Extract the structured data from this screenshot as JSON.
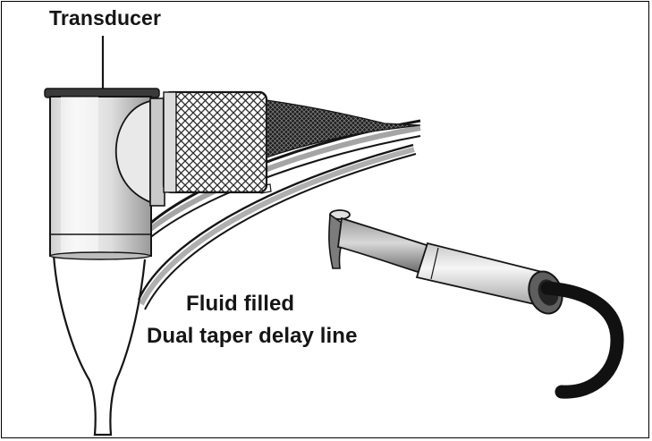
{
  "figure": {
    "labels": {
      "transducer": "Transducer",
      "fluid_filled": "Fluid filled",
      "delay_line": "Dual taper delay line"
    },
    "colors": {
      "ink": "#151515",
      "light_gray": "#e2e2e2",
      "mid_gray": "#b9b9b9",
      "dark_gray": "#555555",
      "background": "#ffffff"
    },
    "components": {
      "transducer_body": "transducer-cylinder",
      "mesh_filter": "crosshatch-mesh-block",
      "delay_line": "dual-taper-delay-line",
      "handheld_probe": "handheld-probe-with-cable"
    }
  }
}
